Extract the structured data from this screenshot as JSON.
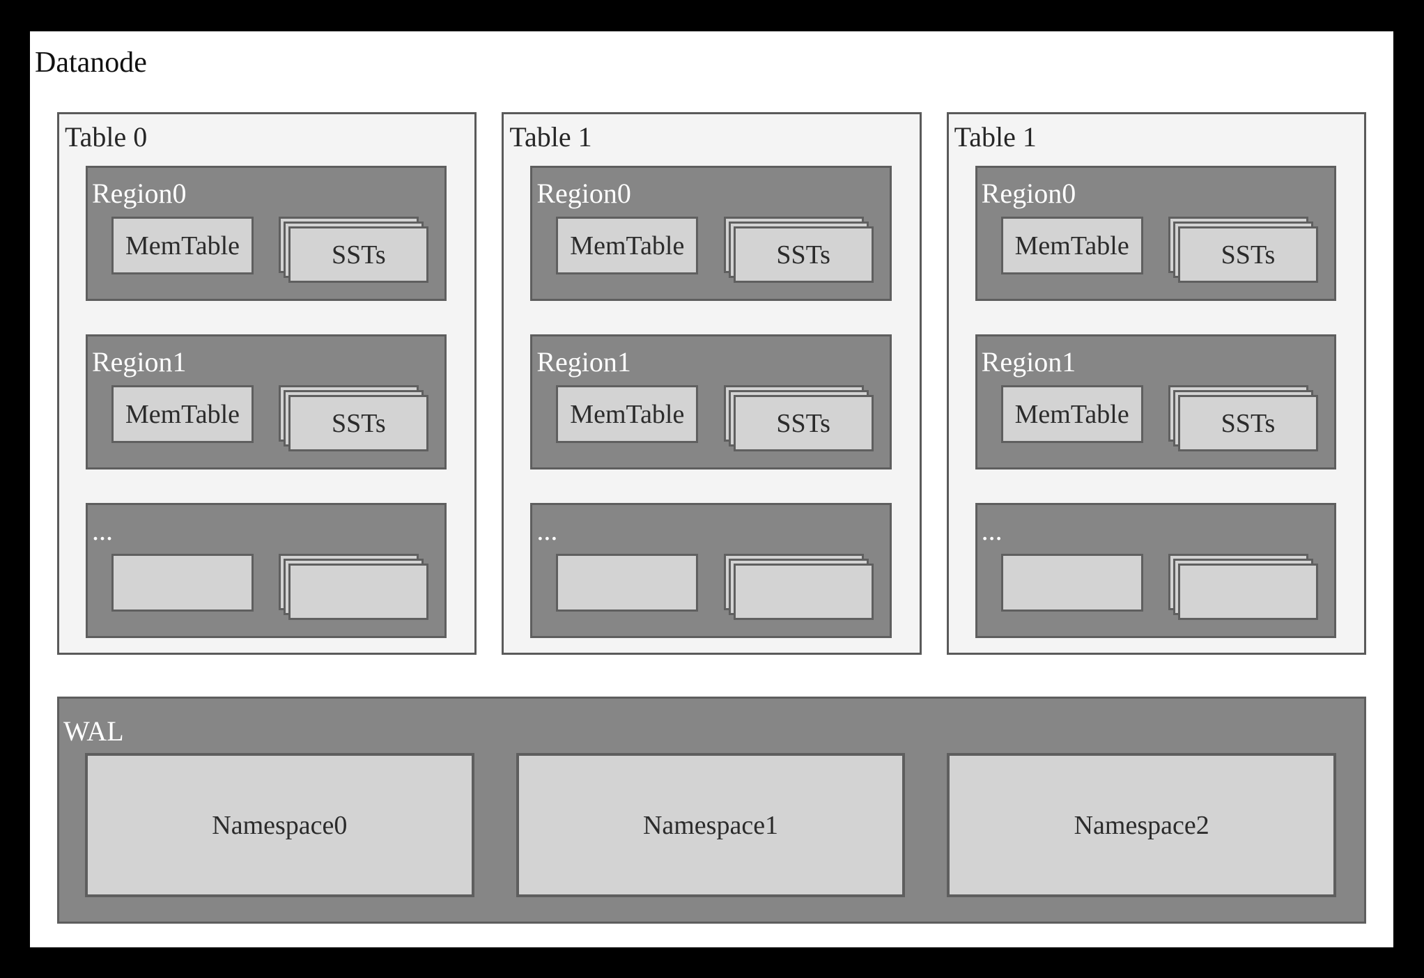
{
  "title": "Datanode",
  "colors": {
    "frame": "#000000",
    "panel": "#ffffff",
    "table_bg": "#f4f4f4",
    "table_border": "#5a5a5a",
    "region_bg": "#868686",
    "region_border": "#5e5e5e",
    "box_bg": "#d3d3d3",
    "box_border": "#5f5f5f",
    "dark_text": "#262626",
    "light_text": "#ffffff"
  },
  "tables": [
    {
      "label": "Table 0",
      "regions": [
        {
          "label": "Region0",
          "memtable": "MemTable",
          "ssts": "SSTs"
        },
        {
          "label": "Region1",
          "memtable": "MemTable",
          "ssts": "SSTs"
        },
        {
          "label": "...",
          "memtable": "",
          "ssts": ""
        }
      ]
    },
    {
      "label": "Table 1",
      "regions": [
        {
          "label": "Region0",
          "memtable": "MemTable",
          "ssts": "SSTs"
        },
        {
          "label": "Region1",
          "memtable": "MemTable",
          "ssts": "SSTs"
        },
        {
          "label": "...",
          "memtable": "",
          "ssts": ""
        }
      ]
    },
    {
      "label": "Table 1",
      "regions": [
        {
          "label": "Region0",
          "memtable": "MemTable",
          "ssts": "SSTs"
        },
        {
          "label": "Region1",
          "memtable": "MemTable",
          "ssts": "SSTs"
        },
        {
          "label": "...",
          "memtable": "",
          "ssts": ""
        }
      ]
    }
  ],
  "wal": {
    "label": "WAL",
    "namespaces": [
      "Namespace0",
      "Namespace1",
      "Namespace2"
    ]
  }
}
